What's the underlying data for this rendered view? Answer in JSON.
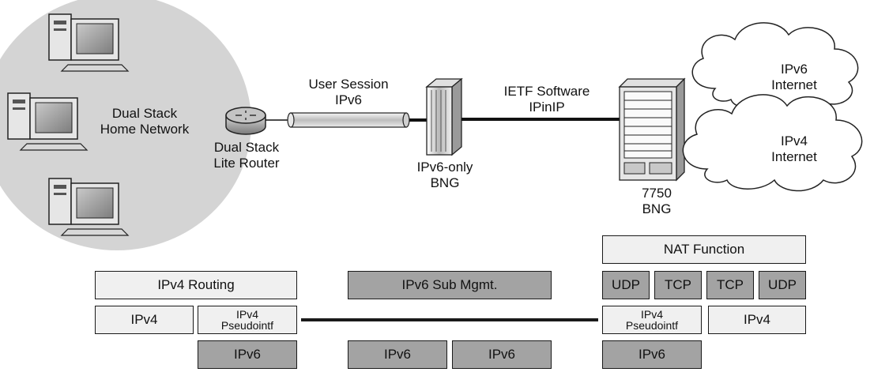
{
  "top": {
    "home_network_label": [
      "Dual Stack",
      "Home Network"
    ],
    "router_label": [
      "Dual Stack",
      "Lite Router"
    ],
    "tunnel_label": [
      "User Session",
      "IPv6"
    ],
    "bng_label": [
      "IPv6-only",
      "BNG"
    ],
    "ietf_label": [
      "IETF Software",
      "IPinIP"
    ],
    "core_label": [
      "7750",
      "BNG"
    ],
    "ipv6_cloud_label": [
      "IPv6",
      "Internet"
    ],
    "ipv4_cloud_label": [
      "IPv4",
      "Internet"
    ]
  },
  "stack": {
    "left": {
      "routing": "IPv4 Routing",
      "ipv4": "IPv4",
      "pseudointf": [
        "IPv4",
        "Pseudointf"
      ],
      "ipv6": "IPv6"
    },
    "middle": {
      "submgmt": "IPv6 Sub Mgmt.",
      "ipv6_a": "IPv6",
      "ipv6_b": "IPv6"
    },
    "right": {
      "nat": "NAT Function",
      "udp1": "UDP",
      "tcp1": "TCP",
      "tcp2": "TCP",
      "udp2": "UDP",
      "pseudointf": [
        "IPv4",
        "Pseudointf"
      ],
      "ipv4": "IPv4",
      "ipv6": "IPv6"
    }
  },
  "colors": {
    "light_box": "#f0f0f0",
    "dark_box": "#a3a3a3",
    "home_ellipse": "#d4d4d4",
    "outline": "#1a1a1a"
  }
}
